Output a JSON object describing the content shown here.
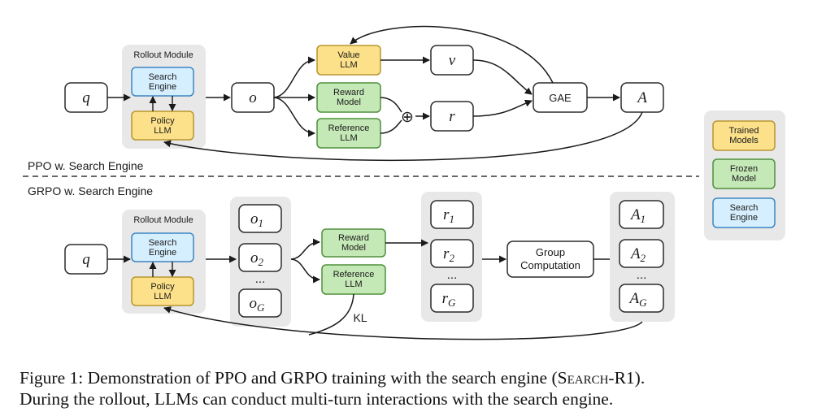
{
  "ppo": {
    "section_label": "PPO w. Search Engine",
    "rollout_title": "Rollout Module",
    "search_engine": [
      "Search",
      "Engine"
    ],
    "policy_llm": [
      "Policy",
      "LLM"
    ],
    "query": "q",
    "output": "o",
    "value_llm": [
      "Value",
      "LLM"
    ],
    "reward_model": [
      "Reward",
      "Model"
    ],
    "reference_llm": [
      "Reference",
      "LLM"
    ],
    "plus": "⊕",
    "v": "v",
    "r": "r",
    "gae": "GAE",
    "advantage": "A"
  },
  "grpo": {
    "section_label": "GRPO w. Search Engine",
    "rollout_title": "Rollout Module",
    "search_engine": [
      "Search",
      "Engine"
    ],
    "policy_llm": [
      "Policy",
      "LLM"
    ],
    "query": "q",
    "outputs": [
      {
        "base": "o",
        "sub": "1"
      },
      {
        "base": "o",
        "sub": "2"
      },
      {
        "base": "o",
        "sub": "G"
      }
    ],
    "rewards": [
      {
        "base": "r",
        "sub": "1"
      },
      {
        "base": "r",
        "sub": "2"
      },
      {
        "base": "r",
        "sub": "G"
      }
    ],
    "advantages": [
      {
        "base": "A",
        "sub": "1"
      },
      {
        "base": "A",
        "sub": "2"
      },
      {
        "base": "A",
        "sub": "G"
      }
    ],
    "ellipsis": "...",
    "reward_model": [
      "Reward",
      "Model"
    ],
    "reference_llm": [
      "Reference",
      "LLM"
    ],
    "kl": "KL",
    "group_computation": [
      "Group",
      "Computation"
    ]
  },
  "legend": {
    "trained": [
      "Trained",
      "Models"
    ],
    "frozen": [
      "Frozen",
      "Model"
    ],
    "search": [
      "Search",
      "Engine"
    ]
  },
  "colors": {
    "trained_fill": "#fce08a",
    "trained_stroke": "#b89530",
    "frozen_fill": "#c5e8b7",
    "frozen_stroke": "#4f8f3c",
    "search_fill": "#d6efff",
    "search_stroke": "#3e86c2",
    "module_bg": "#e8e8e8",
    "box_stroke": "#2b2b2b"
  },
  "caption": {
    "prefix": "Figure 1: Demonstration of PPO and GRPO training with the search engine (",
    "name": "Search-R1",
    "line1_end": ").",
    "line2": "During the rollout, LLMs can conduct multi-turn interactions with the search engine."
  }
}
